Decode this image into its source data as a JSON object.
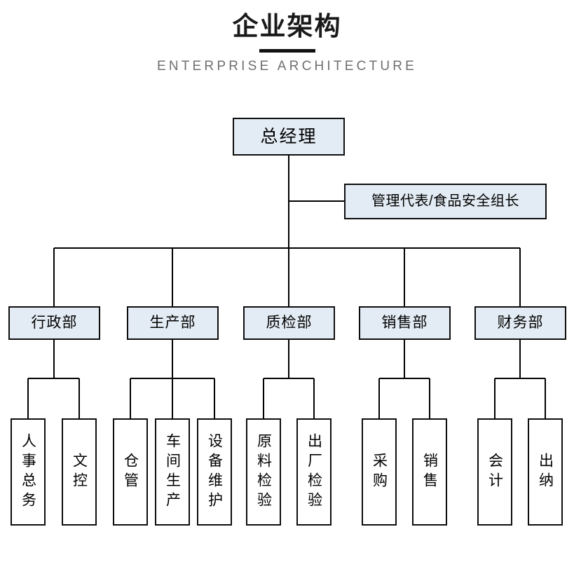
{
  "header": {
    "title": "企业架构",
    "subtitle": "ENTERPRISE ARCHITECTURE"
  },
  "colors": {
    "node_fill": "#e3ecf4",
    "leaf_fill": "#ffffff",
    "border": "#0d0d0d",
    "line": "#000000",
    "subtitle_text": "#6f6f6f",
    "title_text": "#1a1a1a"
  },
  "chart_data": {
    "type": "diagram",
    "diagram_type": "org-chart",
    "title": "企业架构",
    "subtitle": "ENTERPRISE ARCHITECTURE",
    "orientation": "top-down",
    "levels": 3,
    "nodes": [
      {
        "id": "root",
        "label": "总经理",
        "level": 0,
        "style": "filled",
        "parent": null
      },
      {
        "id": "staff",
        "label": "管理代表/食品安全组长",
        "level": 1,
        "style": "filled",
        "parent": "root",
        "relation": "staff"
      },
      {
        "id": "d1",
        "label": "行政部",
        "level": 2,
        "style": "filled",
        "parent": "root"
      },
      {
        "id": "d2",
        "label": "生产部",
        "level": 2,
        "style": "filled",
        "parent": "root"
      },
      {
        "id": "d3",
        "label": "质检部",
        "level": 2,
        "style": "filled",
        "parent": "root"
      },
      {
        "id": "d4",
        "label": "销售部",
        "level": 2,
        "style": "filled",
        "parent": "root"
      },
      {
        "id": "d5",
        "label": "财务部",
        "level": 2,
        "style": "filled",
        "parent": "root"
      },
      {
        "id": "l1",
        "label": "人事总务",
        "level": 3,
        "style": "plain",
        "parent": "d1",
        "vertical": true
      },
      {
        "id": "l2",
        "label": "文控",
        "level": 3,
        "style": "plain",
        "parent": "d1",
        "vertical": true
      },
      {
        "id": "l3",
        "label": "仓管",
        "level": 3,
        "style": "plain",
        "parent": "d2",
        "vertical": true
      },
      {
        "id": "l4",
        "label": "车间生产",
        "level": 3,
        "style": "plain",
        "parent": "d2",
        "vertical": true
      },
      {
        "id": "l5",
        "label": "设备维护",
        "level": 3,
        "style": "plain",
        "parent": "d2",
        "vertical": true
      },
      {
        "id": "l6",
        "label": "原料检验",
        "level": 3,
        "style": "plain",
        "parent": "d3",
        "vertical": true
      },
      {
        "id": "l7",
        "label": "出厂检验",
        "level": 3,
        "style": "plain",
        "parent": "d3",
        "vertical": true
      },
      {
        "id": "l8",
        "label": "采购",
        "level": 3,
        "style": "plain",
        "parent": "d4",
        "vertical": true
      },
      {
        "id": "l9",
        "label": "销售",
        "level": 3,
        "style": "plain",
        "parent": "d4",
        "vertical": true
      },
      {
        "id": "l10",
        "label": "会计",
        "level": 3,
        "style": "plain",
        "parent": "d5",
        "vertical": true
      },
      {
        "id": "l11",
        "label": "出纳",
        "level": 3,
        "style": "plain",
        "parent": "d5",
        "vertical": true
      }
    ],
    "departments": [
      {
        "name": "行政部",
        "children": [
          "人事总务",
          "文控"
        ]
      },
      {
        "name": "生产部",
        "children": [
          "仓管",
          "车间生产",
          "设备维护"
        ]
      },
      {
        "name": "质检部",
        "children": [
          "原料检验",
          "出厂检验"
        ]
      },
      {
        "name": "销售部",
        "children": [
          "采购",
          "销售"
        ]
      },
      {
        "name": "财务部",
        "children": [
          "会计",
          "出纳"
        ]
      }
    ]
  },
  "nodes": {
    "root": "总经理",
    "staff": "管理代表/食品安全组长",
    "dept1": "行政部",
    "dept2": "生产部",
    "dept3": "质检部",
    "dept4": "销售部",
    "dept5": "财务部",
    "leaf1": "人事总务",
    "leaf2": "文控",
    "leaf3": "仓管",
    "leaf4": "车间生产",
    "leaf5": "设备维护",
    "leaf6": "原料检验",
    "leaf7": "出厂检验",
    "leaf8": "采购",
    "leaf9": "销售",
    "leaf10": "会计",
    "leaf11": "出纳"
  }
}
